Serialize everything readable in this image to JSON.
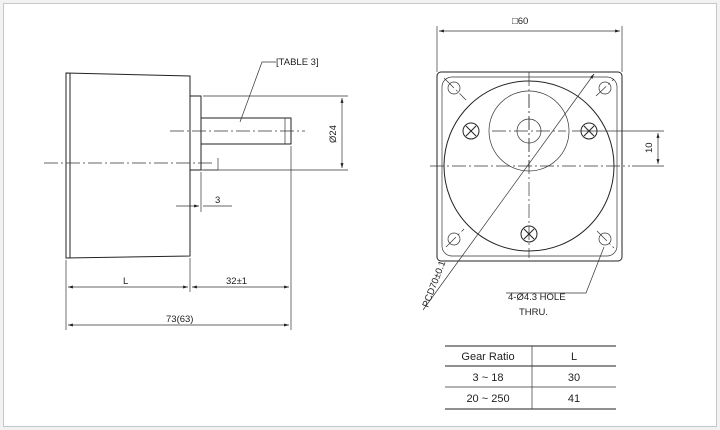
{
  "labels": {
    "table_ref": "[TABLE 3]",
    "shaft_diameter": "Ø24",
    "shaft_offset": "3",
    "length_l": "L",
    "shaft_length": "32±1",
    "total_length": "73(63)",
    "square_size": "□60",
    "offset_10": "10",
    "pcd": "PCD70±0.1",
    "hole_note": "4-Ø4.3 HOLE",
    "hole_note_2": "THRU."
  },
  "table": {
    "headers": [
      "Gear Ratio",
      "L"
    ],
    "rows": [
      [
        "3 ~ 18",
        "30"
      ],
      [
        "20 ~ 250",
        "41"
      ]
    ]
  }
}
